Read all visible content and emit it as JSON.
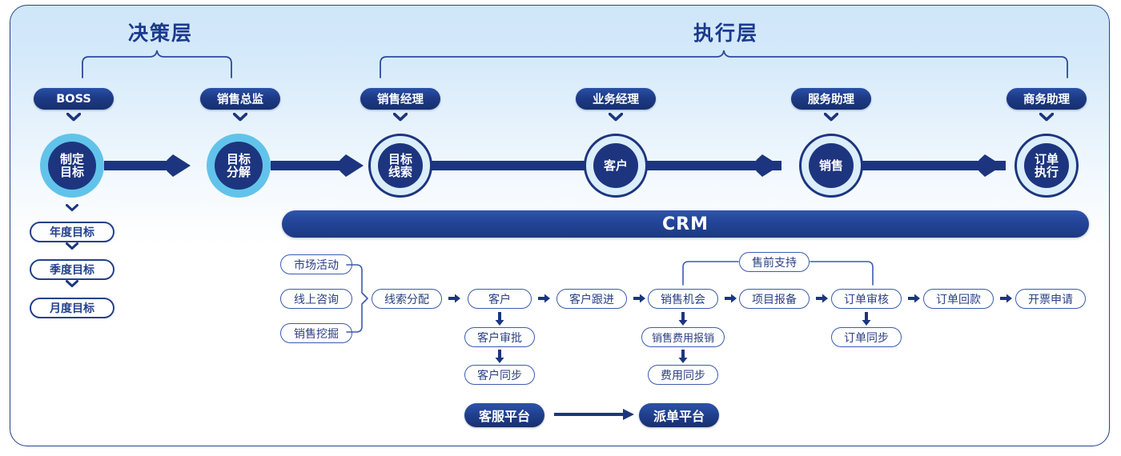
{
  "sections": [
    {
      "id": "decision",
      "title": "决策层"
    },
    {
      "id": "execution",
      "title": "执行层"
    }
  ],
  "roles": [
    {
      "label": "BOSS"
    },
    {
      "label": "销售总监"
    },
    {
      "label": "销售经理"
    },
    {
      "label": "业务经理"
    },
    {
      "label": "服务助理"
    },
    {
      "label": "商务助理"
    }
  ],
  "nodes": [
    {
      "line1": "制定",
      "line2": "目标"
    },
    {
      "line1": "目标",
      "line2": "分解"
    },
    {
      "line1": "目标",
      "line2": "线索"
    },
    {
      "line1": "客户",
      "line2": ""
    },
    {
      "line1": "销售",
      "line2": ""
    },
    {
      "line1": "订单",
      "line2": "执行"
    }
  ],
  "goal_column": [
    {
      "label": "年度目标"
    },
    {
      "label": "季度目标"
    },
    {
      "label": "月度目标"
    }
  ],
  "crm": {
    "label": "CRM"
  },
  "sources": [
    {
      "label": "市场活动"
    },
    {
      "label": "线上咨询"
    },
    {
      "label": "销售挖掘"
    }
  ],
  "flow_main": [
    {
      "label": "线索分配"
    },
    {
      "label": "客户"
    },
    {
      "label": "客户跟进"
    },
    {
      "label": "销售机会"
    },
    {
      "label": "项目报备"
    },
    {
      "label": "订单审核"
    },
    {
      "label": "订单回款"
    },
    {
      "label": "开票申请"
    }
  ],
  "flow_branches": [
    {
      "label": "客户审批"
    },
    {
      "label": "客户同步"
    },
    {
      "label": "销售费用报销"
    },
    {
      "label": "费用同步"
    },
    {
      "label": "订单同步"
    }
  ],
  "presales": {
    "label": "售前支持"
  },
  "platforms": [
    {
      "label": "客服平台"
    },
    {
      "label": "派单平台"
    }
  ],
  "colors": {
    "navy": "#1d357f",
    "frame_border": "#27418a",
    "ring_cyan": "#62c3ea",
    "pill_outline": "#23408c",
    "flow_outline": "#3a5bad",
    "title": "#1b3a8c",
    "bg_top": "#cfe6f9",
    "bg_bottom": "#ffffff"
  }
}
